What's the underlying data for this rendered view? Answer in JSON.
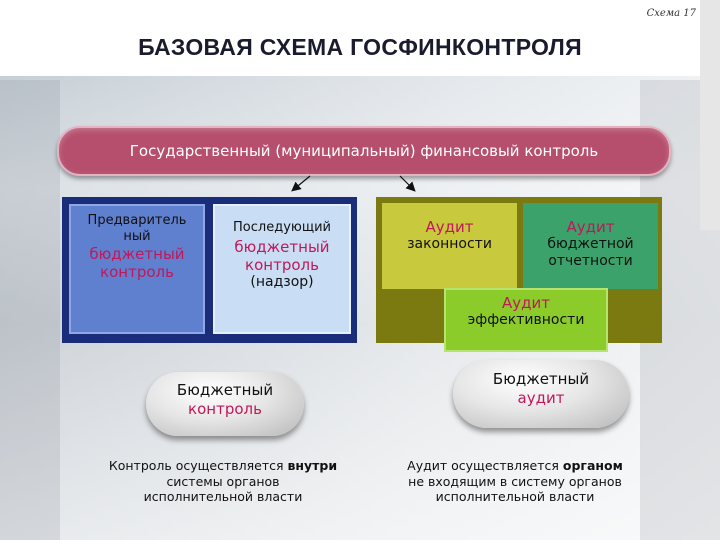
{
  "slide_label": "Схема 17",
  "title": "БАЗОВАЯ СХЕМА ГОСФИНКОНТРОЛЯ",
  "banner": "Государственный (муниципальный) финансовый контроль",
  "boxes": {
    "preliminary": {
      "line1": "Предваритель",
      "line2": "ный",
      "line3": "бюджетный",
      "line4": "контроль"
    },
    "subsequent": {
      "line1": "Последующий",
      "line2": "бюджетный",
      "line3": "контроль",
      "line4": "(надзор)"
    },
    "legality_audit": {
      "line1": "Аудит",
      "line2": "законности"
    },
    "reporting_audit": {
      "line1": "Аудит",
      "line2": "бюджетной",
      "line3": "отчетности"
    },
    "efficiency_audit": {
      "line1": "Аудит",
      "line2": "эффективности"
    }
  },
  "pills": {
    "budget_control": {
      "line1": "Бюджетный",
      "line2": "контроль"
    },
    "budget_audit": {
      "line1": "Бюджетный",
      "line2": "аудит"
    }
  },
  "notes": {
    "left": {
      "line1_a": "Контроль осуществляется ",
      "line1_b": "внутри",
      "line2": "системы органов",
      "line3": "исполнительной власти"
    },
    "right": {
      "line1_a": "Аудит осуществляется ",
      "line1_b": "органом",
      "line2": "не входящим в систему органов",
      "line3": "исполнительной власти"
    }
  },
  "colors": {
    "banner": "#b54f6d",
    "left_panel": "#1a2d7a",
    "right_panel": "#7a7a10",
    "preliminary": "#5f7fcf",
    "subsequent": "#c9ddf5",
    "legality": "#c9c93d",
    "reporting": "#3aa26a",
    "efficiency": "#8bcb2a",
    "accent_text": "#c0185a"
  }
}
